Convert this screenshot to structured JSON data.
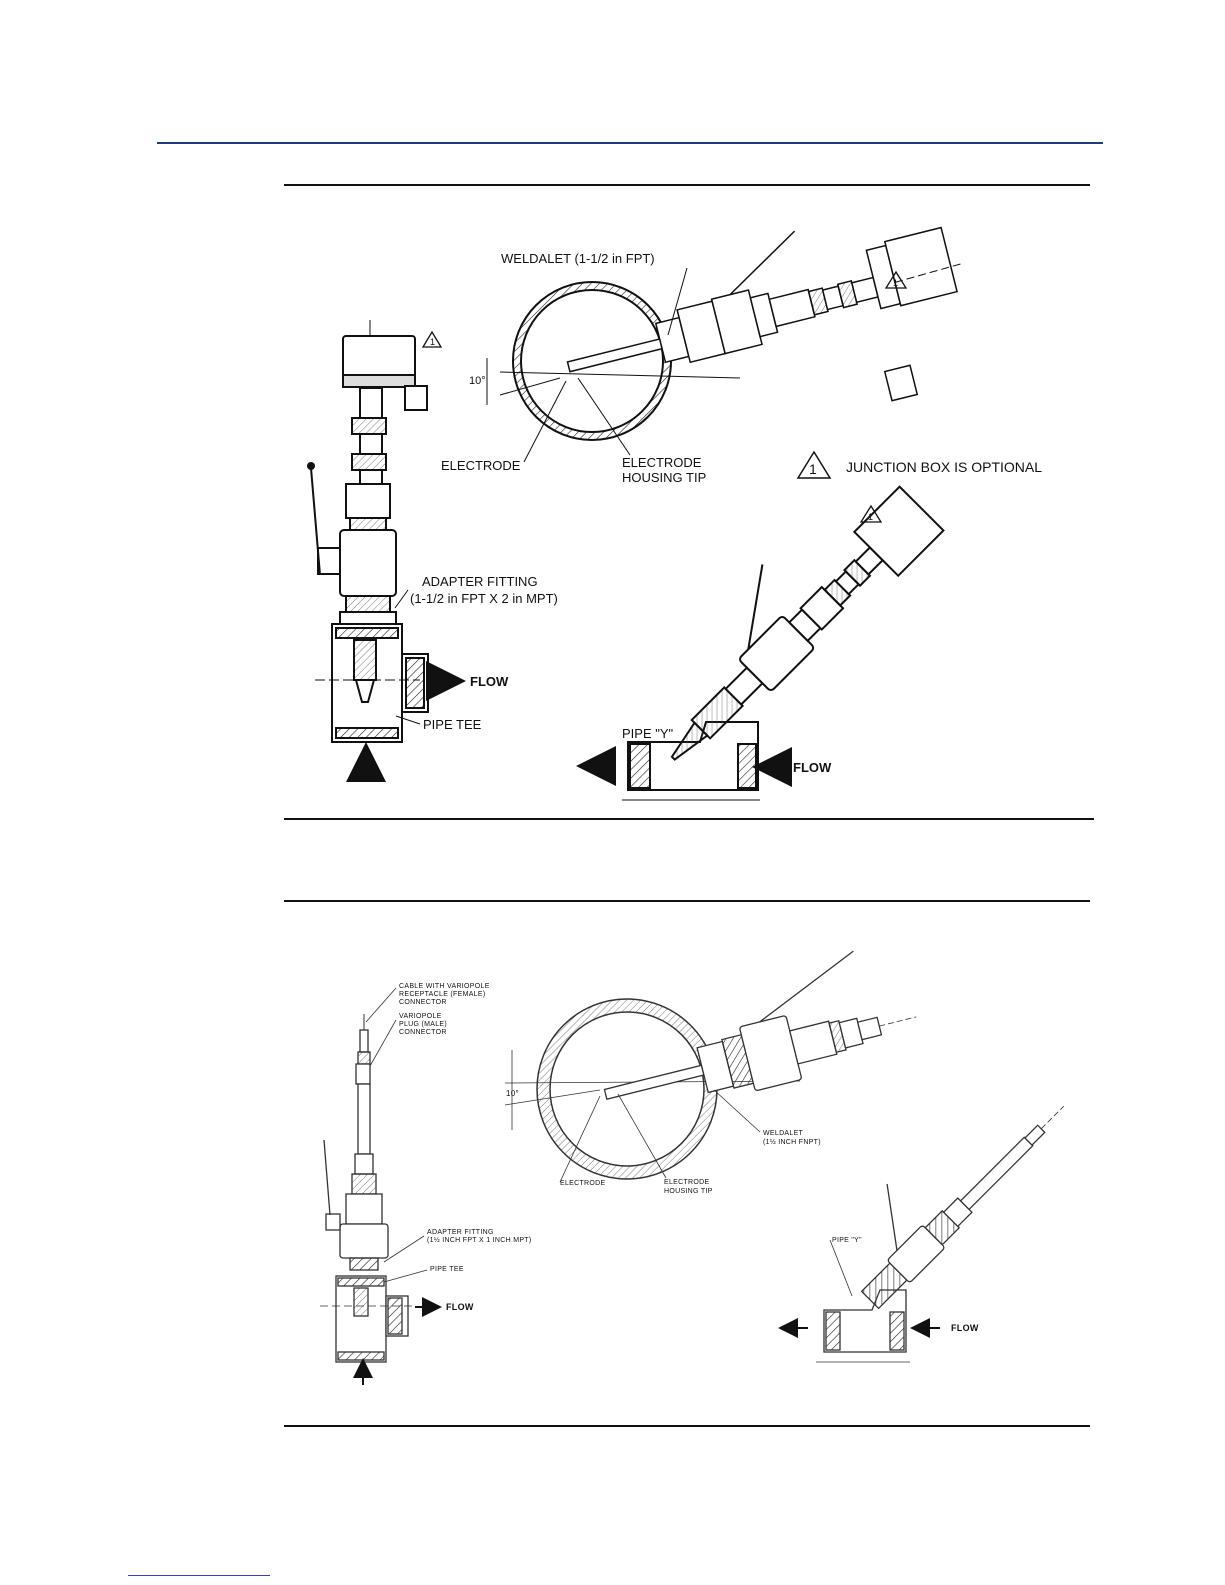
{
  "figure1": {
    "labels": {
      "weldalet": "WELDALET (1-1/2 in FPT)",
      "angle": "10°",
      "electrode": "ELECTRODE",
      "housing_tip_line1": "ELECTRODE",
      "housing_tip_line2": "HOUSING TIP",
      "note_number": "1",
      "note_text": "JUNCTION BOX IS OPTIONAL",
      "adapter_line1": "ADAPTER FITTING",
      "adapter_line2": "(1-1/2 in FPT X 2 in MPT)",
      "flow_tee": "FLOW",
      "pipe_tee": "PIPE TEE",
      "pipe_y": "PIPE \"Y\"",
      "flow_y": "FLOW"
    }
  },
  "figure2": {
    "labels": {
      "cable_line1": "CABLE WITH VARIOPOLE",
      "cable_line2": "RECEPTACLE (FEMALE)",
      "cable_line3": "CONNECTOR",
      "plug_line1": "VARIOPOLE",
      "plug_line2": "PLUG (MALE)",
      "plug_line3": "CONNECTOR",
      "angle": "10°",
      "weldalet_line1": "WELDALET",
      "weldalet_line2": "(1½ INCH FNPT)",
      "electrode": "ELECTRODE",
      "housing_tip_line1": "ELECTRODE",
      "housing_tip_line2": "HOUSING TIP",
      "adapter_line1": "ADAPTER FITTING",
      "adapter_line2": "(1½ INCH FPT X 1 INCH MPT)",
      "pipe_tee": "PIPE TEE",
      "flow_tee": "FLOW",
      "pipe_y": "PIPE \"Y\"",
      "flow_y": "FLOW"
    }
  },
  "colors": {
    "header_rule": "#1f3a78",
    "footer_link_rule": "#2848c8",
    "ink": "#111111"
  }
}
